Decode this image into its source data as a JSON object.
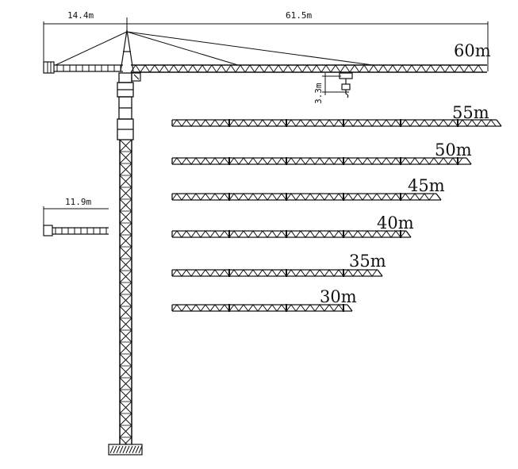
{
  "dimensions": {
    "counter_jib": "14.4m",
    "main_jib": "61.5m",
    "short_counter_jib": "11.9m",
    "hook_height": "3.3m"
  },
  "jib_options": [
    "60m",
    "55m",
    "50m",
    "45m",
    "40m",
    "35m",
    "30m"
  ],
  "colors": {
    "line": "#111111",
    "background": "#ffffff"
  }
}
